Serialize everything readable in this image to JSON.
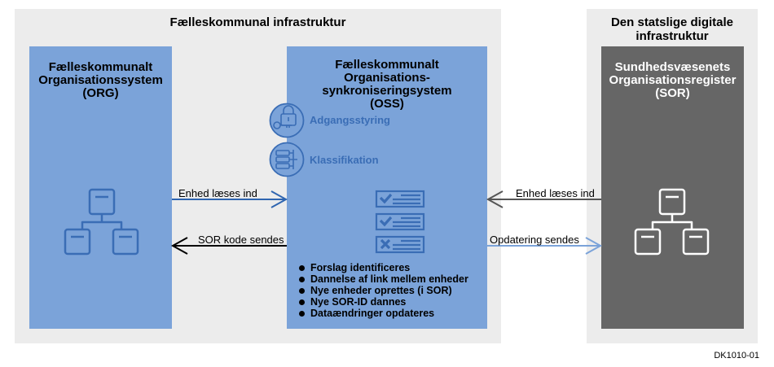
{
  "left_panel": {
    "title": "Fælleskommunal infrastruktur",
    "org_box": {
      "title": "Fælleskommunalt\nOrganisationssystem\n(ORG)",
      "icon": "org-hierarchy-icon"
    },
    "oss_box": {
      "title": "Fælleskommunalt\nOrganisations-\nsynkroniseringsystem\n(OSS)",
      "features": [
        {
          "icon": "lock-key-icon",
          "label": "Adgangsstyring"
        },
        {
          "icon": "classification-icon",
          "label": "Klassifikation"
        }
      ],
      "checklist_icon": "checklist-icon",
      "bullets": [
        "Forslag identificeres",
        "Dannelse af link mellem enheder",
        "Nye enheder oprettes (i SOR)",
        "Nye SOR-ID dannes",
        "Dataændringer opdateres"
      ]
    }
  },
  "right_panel": {
    "title": "Den statslige digitale\ninfrastruktur",
    "sor_box": {
      "title": "Sundhedsvæsenets\nOrganisationsregister\n(SOR)",
      "icon": "org-hierarchy-icon"
    }
  },
  "arrows": {
    "org_to_oss": {
      "label": "Enhed læses ind",
      "color": "#2f65b0"
    },
    "oss_to_org": {
      "label": "SOR kode sendes",
      "color": "#000000"
    },
    "sor_to_oss": {
      "label": "Enhed læses ind",
      "color": "#555555"
    },
    "oss_to_sor": {
      "label": "Opdatering sendes",
      "color": "#7ba3d9"
    }
  },
  "colors": {
    "panel_bg": "#ececec",
    "blue_box": "#7ba3d9",
    "gray_box": "#666666",
    "icon_blue": "#3a6db5"
  },
  "footer": {
    "code": "DK1010-01"
  }
}
